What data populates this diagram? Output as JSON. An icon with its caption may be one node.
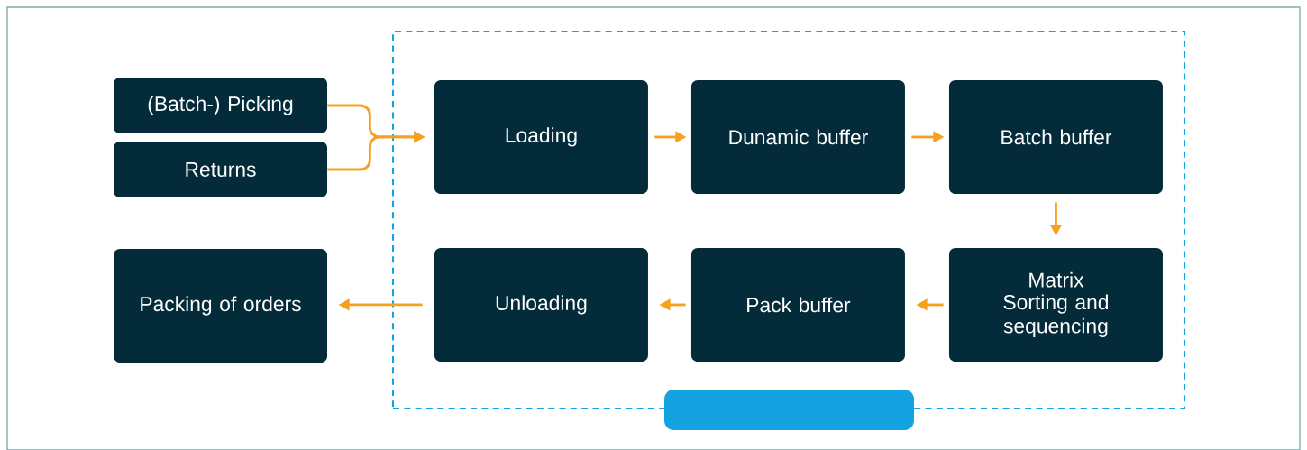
{
  "diagram": {
    "nodes": [
      {
        "text": [],
        "shape": "box"
      },
      {
        "text": [],
        "shape": "box"
      },
      {
        "text": [
          "(Batch-) Picking"
        ]
      },
      {
        "text": [
          "Returns"
        ]
      },
      {
        "text": [
          "Loading"
        ],
        "in": 0
      },
      {
        "text": [
          "Dunamic buffer"
        ],
        "in": 0
      },
      {
        "text": [
          "Batch buffer"
        ],
        "in": 0
      },
      {
        "text": [
          "Matrix",
          "Sorting and sequencing"
        ],
        "in": 0
      },
      {
        "text": [
          "Pack buffer"
        ],
        "in": 0
      },
      {
        "text": [
          "Unloading"
        ],
        "in": 0
      },
      {
        "text": [
          "Packing of orders"
        ]
      }
    ],
    "edges": [
      {
        "from": 2,
        "to": 4,
        "arrow": "to"
      },
      {
        "from": 3,
        "to": 4,
        "arrow": "to"
      },
      {
        "from": 4,
        "to": 5,
        "arrow": "to"
      },
      {
        "from": 5,
        "to": 6,
        "arrow": "to"
      },
      {
        "from": 6,
        "to": 7,
        "arrow": "to"
      },
      {
        "from": 7,
        "to": 8,
        "arrow": "to"
      },
      {
        "from": 8,
        "to": 9,
        "arrow": "to"
      },
      {
        "from": 9,
        "to": 10,
        "arrow": "to"
      }
    ]
  }
}
